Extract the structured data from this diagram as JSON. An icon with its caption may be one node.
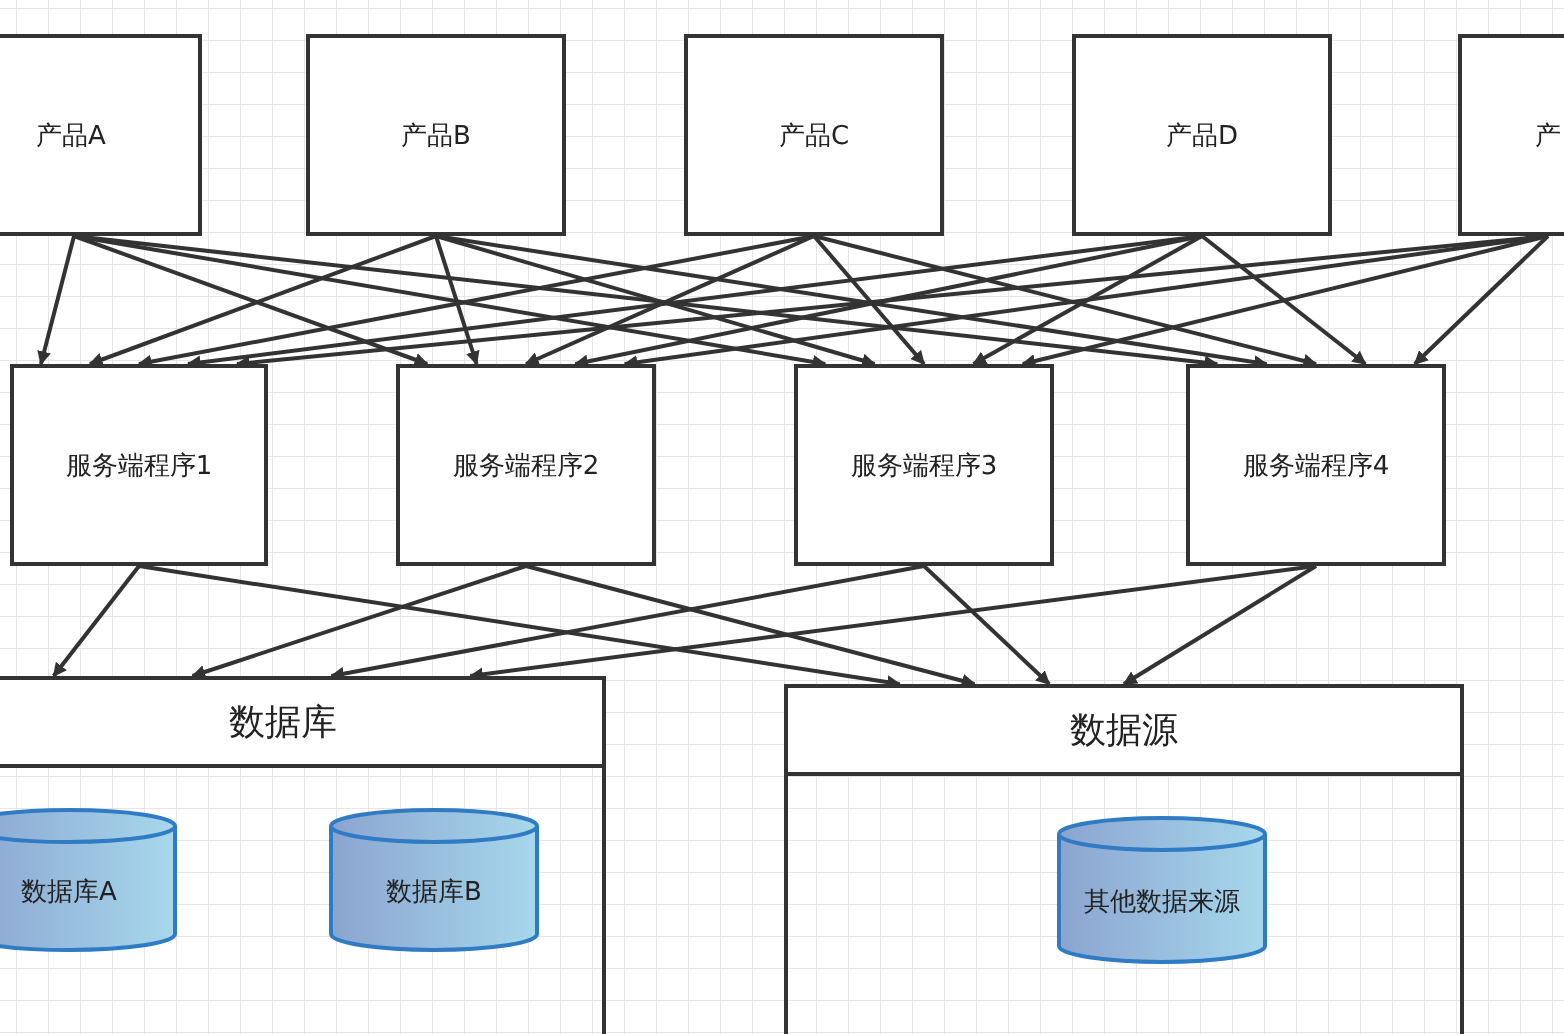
{
  "diagram": {
    "nodes": [
      {
        "text": [
          "产品A"
        ]
      },
      {
        "text": [
          "产品B"
        ]
      },
      {
        "text": [
          "产品C"
        ]
      },
      {
        "text": [
          "产品D"
        ]
      },
      {
        "text": [
          "产"
        ]
      },
      {
        "text": [
          "服务端程序1"
        ]
      },
      {
        "text": [
          "服务端程序2"
        ]
      },
      {
        "text": [
          "服务端程序3"
        ]
      },
      {
        "text": [
          "服务端程序4"
        ]
      },
      {
        "text": [
          "数据库"
        ]
      },
      {
        "text": [
          "数据库A"
        ],
        "in": 9
      },
      {
        "text": [
          "数据库B"
        ],
        "in": 9
      },
      {
        "text": [
          "数据源"
        ]
      },
      {
        "text": [
          "其他数据来源"
        ],
        "in": 12
      }
    ],
    "edges": [
      {
        "from": 0,
        "to": 5,
        "arrow": "to"
      },
      {
        "from": 0,
        "to": 6,
        "arrow": "to"
      },
      {
        "from": 0,
        "to": 7,
        "arrow": "to"
      },
      {
        "from": 0,
        "to": 8,
        "arrow": "to"
      },
      {
        "from": 1,
        "to": 5,
        "arrow": "to"
      },
      {
        "from": 1,
        "to": 6,
        "arrow": "to"
      },
      {
        "from": 1,
        "to": 7,
        "arrow": "to"
      },
      {
        "from": 1,
        "to": 8,
        "arrow": "to"
      },
      {
        "from": 2,
        "to": 5,
        "arrow": "to"
      },
      {
        "from": 2,
        "to": 6,
        "arrow": "to"
      },
      {
        "from": 2,
        "to": 7,
        "arrow": "to"
      },
      {
        "from": 2,
        "to": 8,
        "arrow": "to"
      },
      {
        "from": 3,
        "to": 5,
        "arrow": "to"
      },
      {
        "from": 3,
        "to": 6,
        "arrow": "to"
      },
      {
        "from": 3,
        "to": 7,
        "arrow": "to"
      },
      {
        "from": 3,
        "to": 8,
        "arrow": "to"
      },
      {
        "from": 4,
        "to": 5,
        "arrow": "to"
      },
      {
        "from": 4,
        "to": 6,
        "arrow": "to"
      },
      {
        "from": 4,
        "to": 7,
        "arrow": "to"
      },
      {
        "from": 4,
        "to": 8,
        "arrow": "to"
      },
      {
        "from": 5,
        "to": 9,
        "arrow": "to"
      },
      {
        "from": 5,
        "to": 12,
        "arrow": "to"
      },
      {
        "from": 6,
        "to": 9,
        "arrow": "to"
      },
      {
        "from": 6,
        "to": 12,
        "arrow": "to"
      },
      {
        "from": 7,
        "to": 9,
        "arrow": "to"
      },
      {
        "from": 7,
        "to": 12,
        "arrow": "to"
      },
      {
        "from": 8,
        "to": 9,
        "arrow": "to"
      },
      {
        "from": 8,
        "to": 12,
        "arrow": "to"
      }
    ]
  }
}
